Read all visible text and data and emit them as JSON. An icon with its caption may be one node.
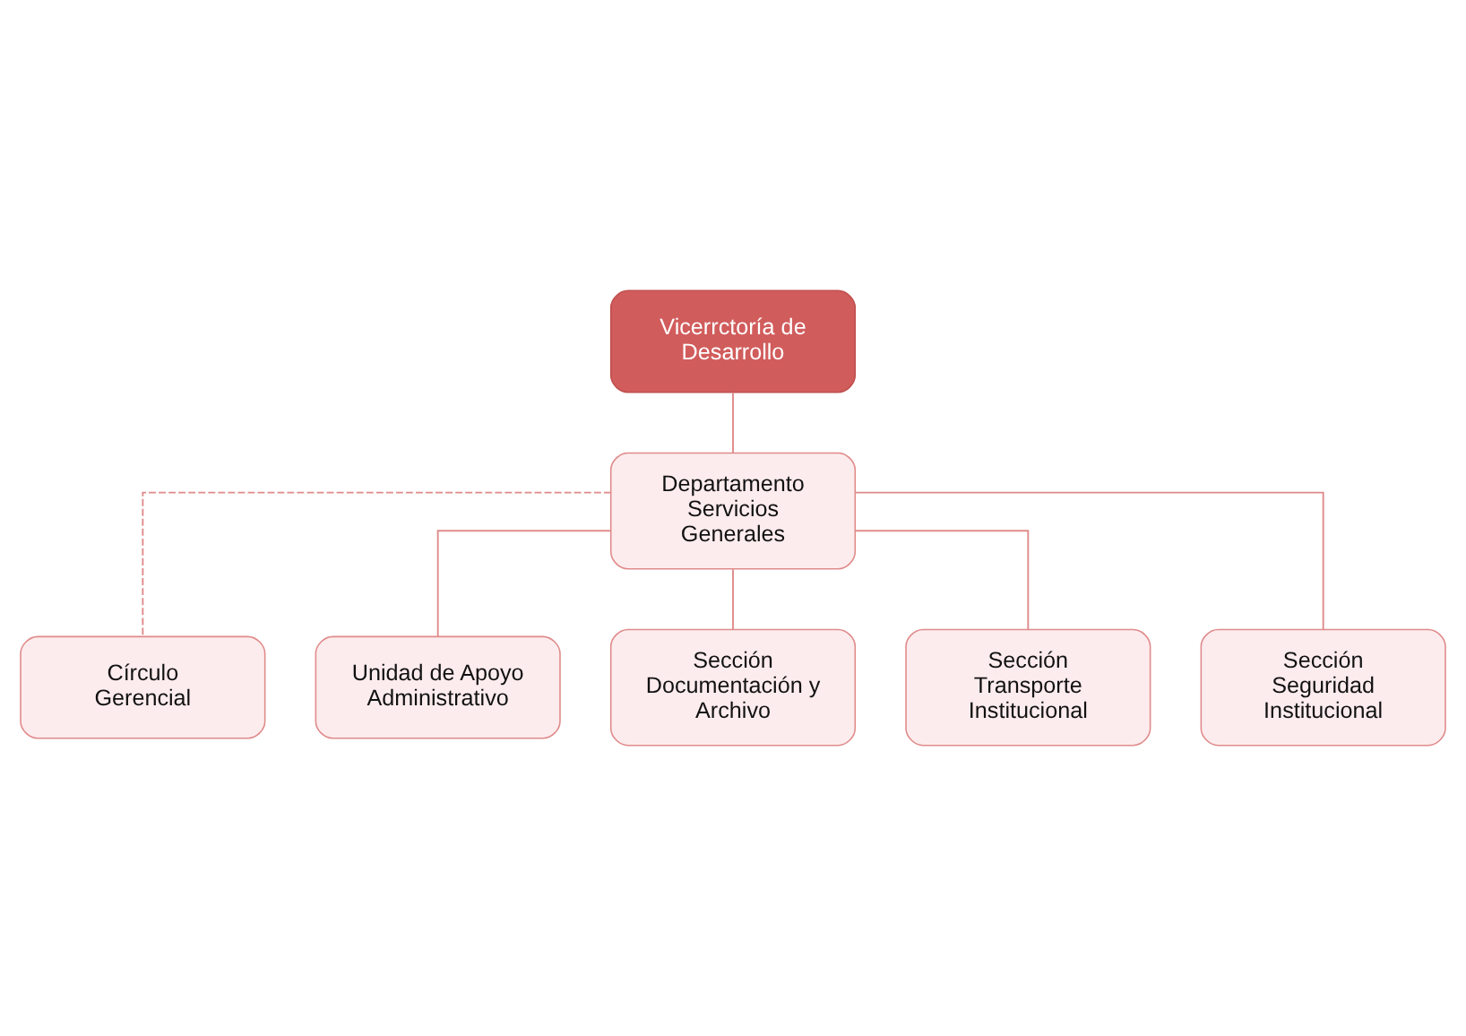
{
  "diagram": {
    "nodes": [
      {
        "text": [
          "Vicerrctoría de Desarrollo"
        ]
      },
      {
        "text": [
          "Departamento Servicios Generales"
        ]
      },
      {
        "text": [
          "Círculo Gerencial"
        ]
      },
      {
        "text": [
          "Unidad de Apoyo Administrativo"
        ]
      },
      {
        "text": [
          "Sección Documentación y Archivo"
        ]
      },
      {
        "text": [
          "Sección Transporte Institucional"
        ]
      },
      {
        "text": [
          "Sección Seguridad Institucional"
        ]
      }
    ],
    "edges": [
      {
        "from": 0,
        "to": 1,
        "arrow": "none"
      },
      {
        "from": 1,
        "to": 2,
        "arrow": "none",
        "style": "dashed"
      },
      {
        "from": 1,
        "to": 3,
        "arrow": "none"
      },
      {
        "from": 1,
        "to": 4,
        "arrow": "none"
      },
      {
        "from": 1,
        "to": 5,
        "arrow": "none"
      },
      {
        "from": 1,
        "to": 6,
        "arrow": "none"
      }
    ]
  }
}
